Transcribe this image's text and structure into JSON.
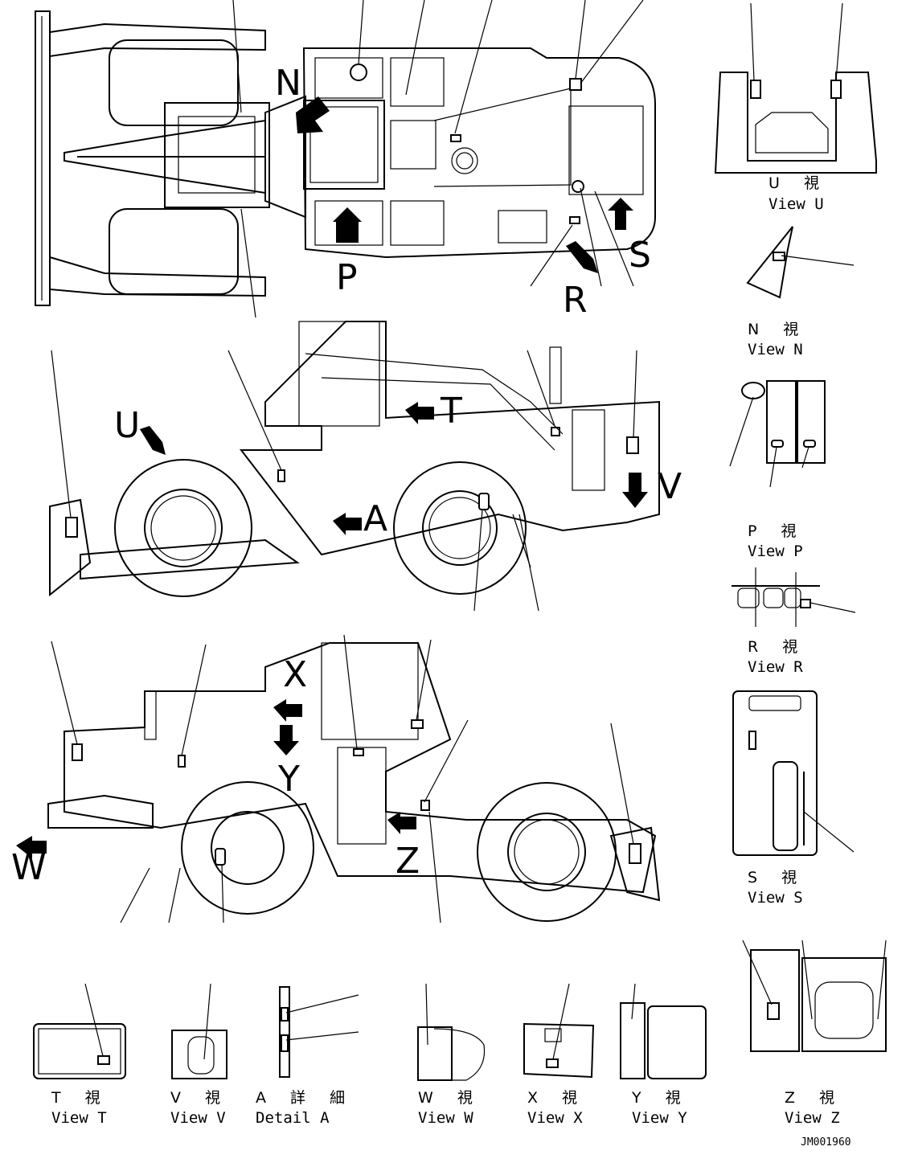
{
  "drawing_code": "JM001960",
  "view_letters": {
    "N": "N",
    "P": "P",
    "R": "R",
    "S": "S",
    "U": "U",
    "T": "T",
    "A": "A",
    "V": "V",
    "X": "X",
    "Y": "Y",
    "W": "W",
    "Z": "Z"
  },
  "views": [
    {
      "id": "U",
      "jp": "U 視",
      "en": "View U"
    },
    {
      "id": "N",
      "jp": "N 視",
      "en": "View N"
    },
    {
      "id": "P",
      "jp": "P 視",
      "en": "View P"
    },
    {
      "id": "R",
      "jp": "R 視",
      "en": "View R"
    },
    {
      "id": "S",
      "jp": "S 視",
      "en": "View S"
    },
    {
      "id": "T",
      "jp": "T 視",
      "en": "View T"
    },
    {
      "id": "V",
      "jp": "V 視",
      "en": "View V"
    },
    {
      "id": "A",
      "jp": "A 詳 細",
      "en": "Detail A"
    },
    {
      "id": "W",
      "jp": "W 視",
      "en": "View W"
    },
    {
      "id": "X",
      "jp": "X 視",
      "en": "View X"
    },
    {
      "id": "Y",
      "jp": "Y 視",
      "en": "View Y"
    },
    {
      "id": "Z",
      "jp": "Z 視",
      "en": "View Z"
    }
  ]
}
